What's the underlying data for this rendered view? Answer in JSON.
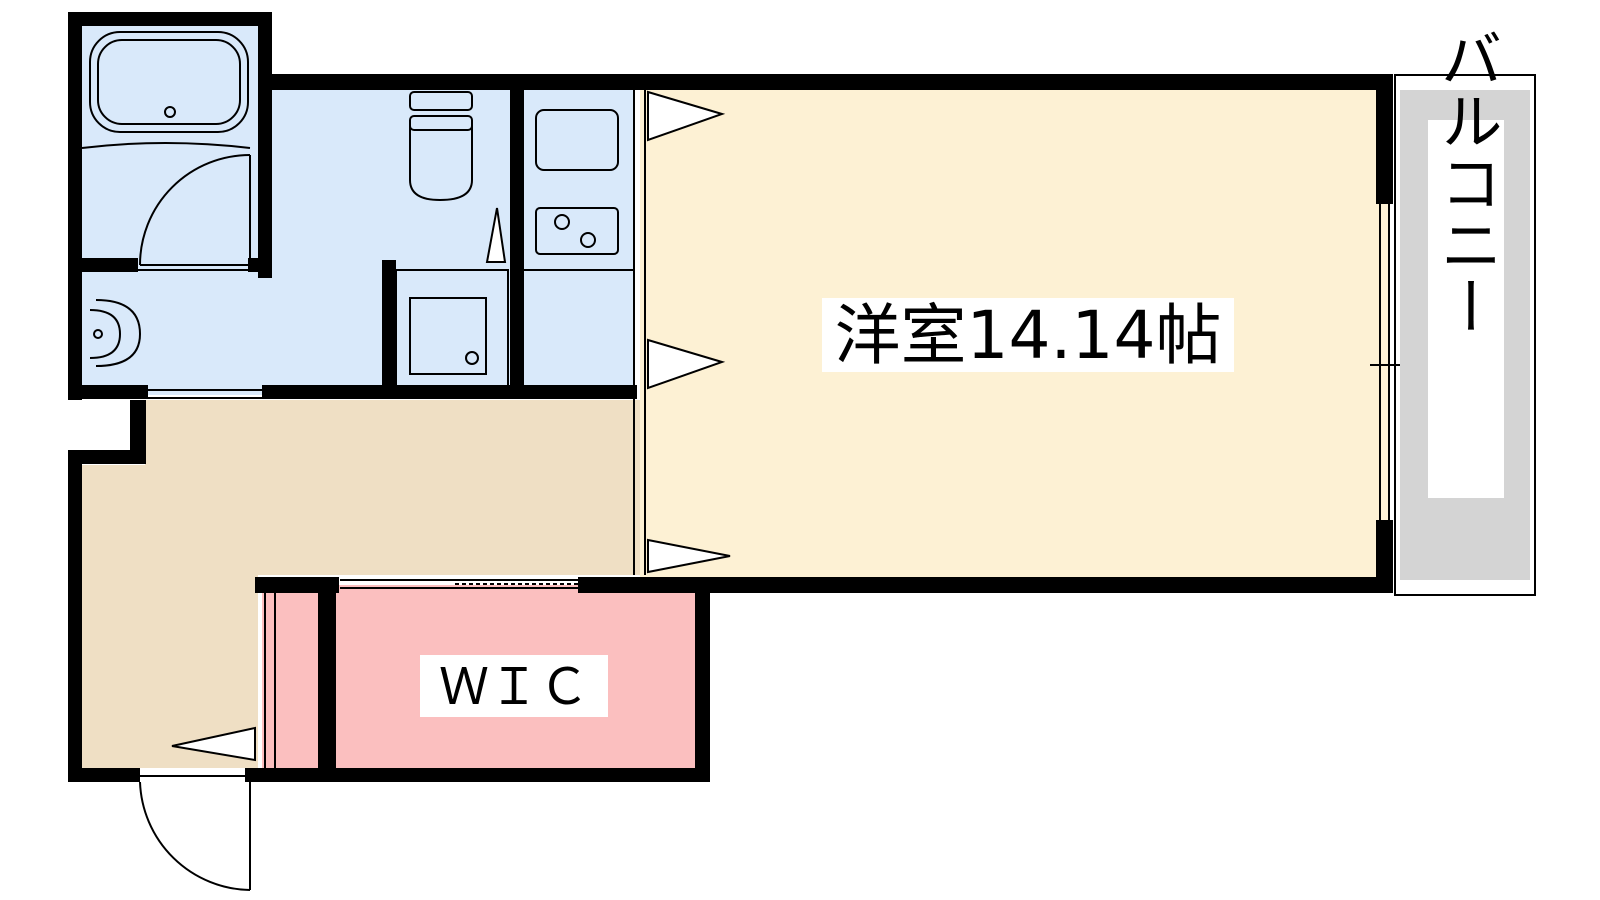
{
  "floor_plan": {
    "rooms": [
      {
        "id": "western-room",
        "label": "洋室14.14帖",
        "fill": "#fdf1d4"
      },
      {
        "id": "wic",
        "label": "ＷＩＣ",
        "fill": "#fbbfbf"
      },
      {
        "id": "balcony",
        "label": "バルコニー",
        "fill": "#d4d4d4"
      },
      {
        "id": "entrance-hall",
        "label": "",
        "fill": "#efdfc4"
      },
      {
        "id": "wet-area",
        "label": "",
        "fill": "#d9e9fa"
      }
    ],
    "colors": {
      "wall": "#000000",
      "label_background": "#ffffff",
      "fixture_stroke": "#000000"
    }
  }
}
